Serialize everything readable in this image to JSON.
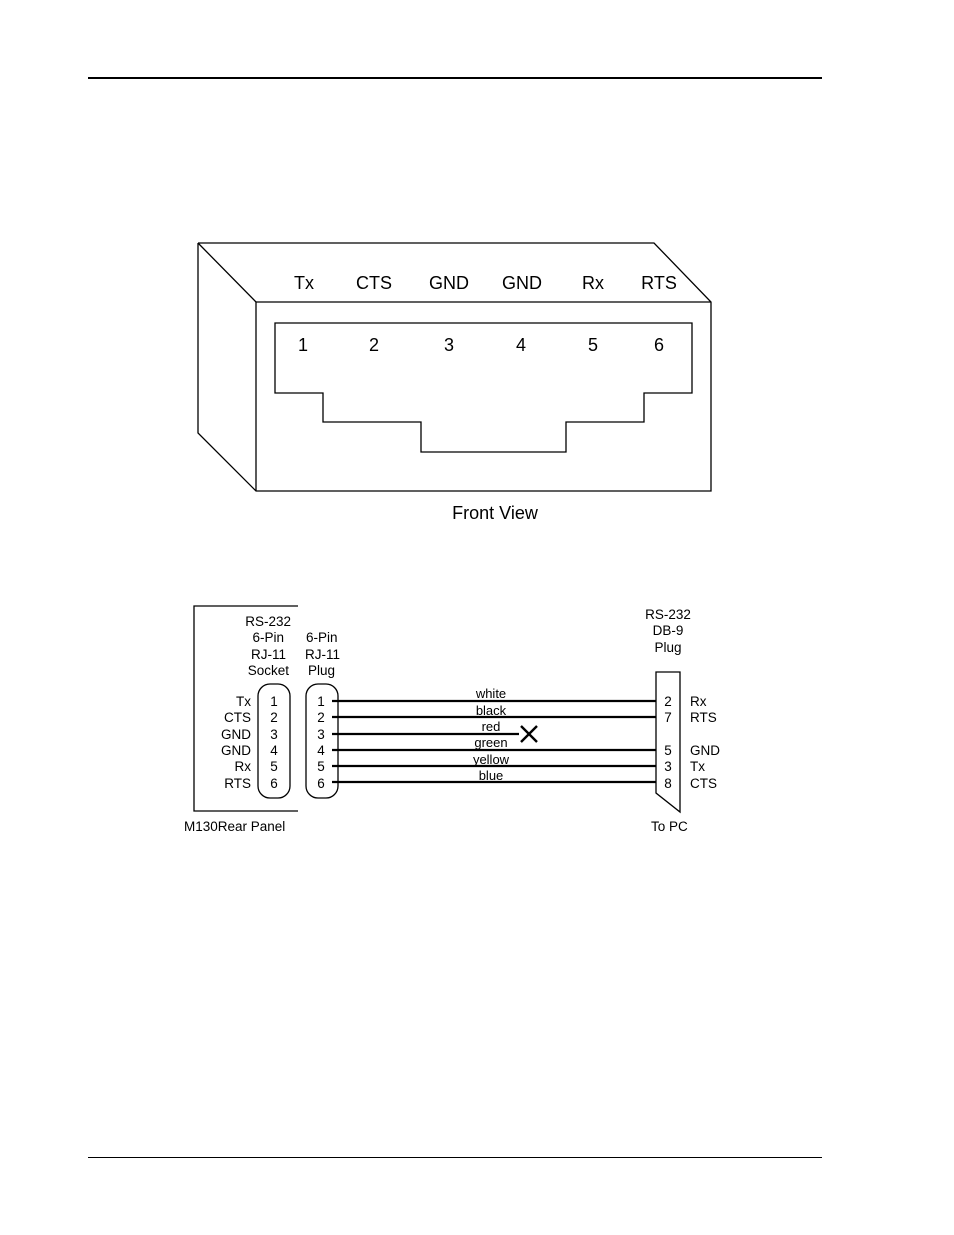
{
  "rj11_front": {
    "signals": [
      "Tx",
      "CTS",
      "GND",
      "GND",
      "Rx",
      "RTS"
    ],
    "pins": [
      "1",
      "2",
      "3",
      "4",
      "5",
      "6"
    ],
    "caption": "Front View"
  },
  "cable": {
    "socket_label": [
      "RS-232",
      "6-Pin",
      "RJ-11",
      "Socket"
    ],
    "plug_label": [
      "6-Pin",
      "RJ-11",
      "Plug"
    ],
    "db9_label": [
      "RS-232",
      "DB-9",
      "Plug"
    ],
    "socket_signals": [
      "Tx",
      "CTS",
      "GND",
      "GND",
      "Rx",
      "RTS"
    ],
    "socket_pins": [
      "1",
      "2",
      "3",
      "4",
      "5",
      "6"
    ],
    "plug_pins": [
      "1",
      "2",
      "3",
      "4",
      "5",
      "6"
    ],
    "wires": [
      {
        "color": "white",
        "db9_pin": "2",
        "db9_signal": "Rx",
        "connected": true
      },
      {
        "color": "black",
        "db9_pin": "7",
        "db9_signal": "RTS",
        "connected": true
      },
      {
        "color": "red",
        "db9_pin": "",
        "db9_signal": "",
        "connected": false
      },
      {
        "color": "green",
        "db9_pin": "5",
        "db9_signal": "GND",
        "connected": true
      },
      {
        "color": "yellow",
        "db9_pin": "3",
        "db9_signal": "Tx",
        "connected": true
      },
      {
        "color": "blue",
        "db9_pin": "8",
        "db9_signal": "CTS",
        "connected": true
      }
    ],
    "panel_caption": "M130Rear Panel",
    "pc_caption": "To PC"
  }
}
